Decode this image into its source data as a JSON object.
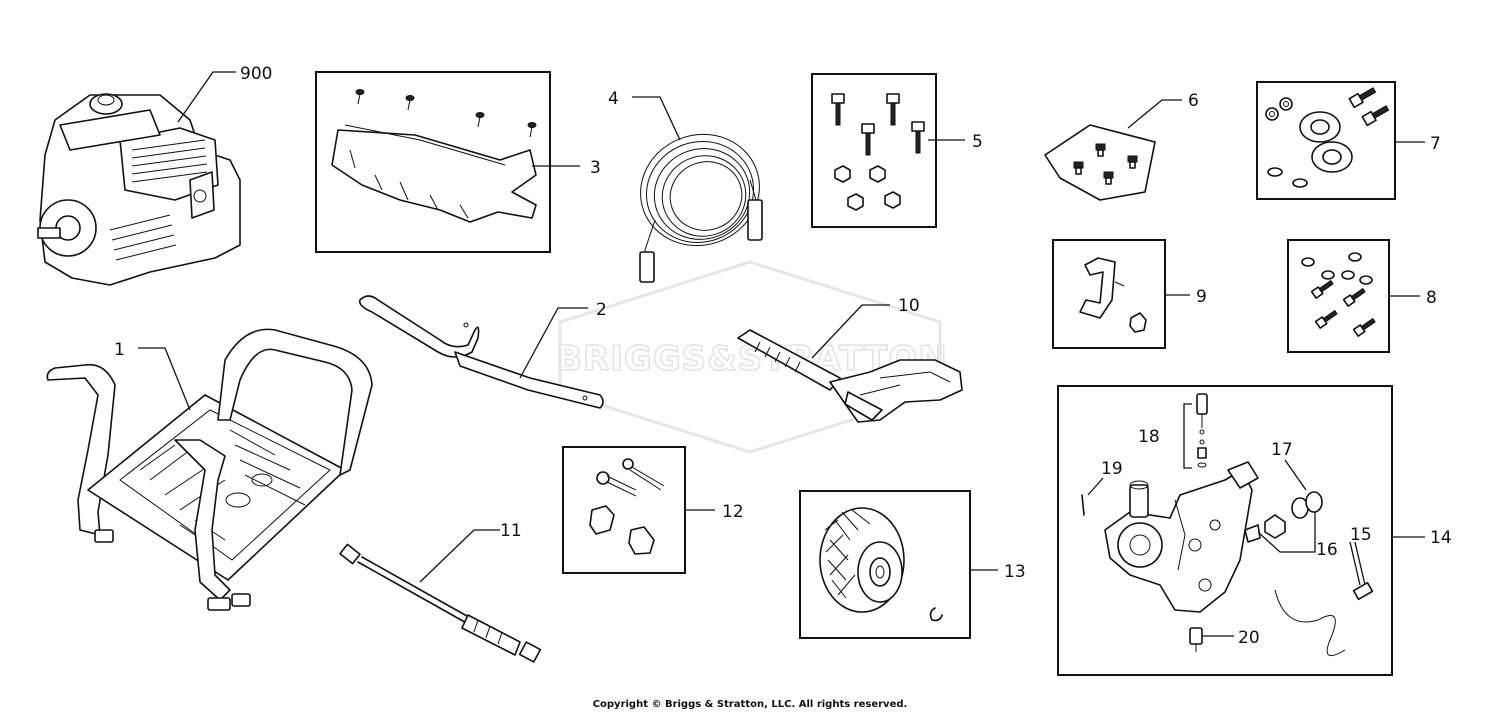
{
  "watermark": "BRIGGS&STRATTON",
  "copyright": "Copyright © Briggs & Stratton, LLC. All rights reserved.",
  "callouts": {
    "engine": "900",
    "frame": "1",
    "handle": "2",
    "shroud_kit": "3",
    "hose": "4",
    "bolt_kit": "5",
    "nozzle_kit": "6",
    "wheel_kit": "7",
    "screw_kit": "8",
    "hook_kit": "9",
    "spray_gun": "10",
    "lance": "11",
    "handle_hardware": "12",
    "wheel": "13",
    "pump": "14",
    "pump_hose": "15",
    "pump_fitting": "16",
    "pump_nut": "17",
    "unloader": "18",
    "pin": "19",
    "valve": "20"
  }
}
